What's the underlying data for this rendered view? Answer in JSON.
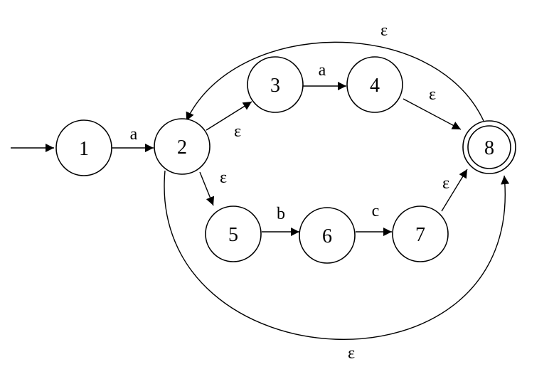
{
  "states": [
    {
      "id": "s1",
      "label": "1",
      "accepting": false
    },
    {
      "id": "s2",
      "label": "2",
      "accepting": false
    },
    {
      "id": "s3",
      "label": "3",
      "accepting": false
    },
    {
      "id": "s4",
      "label": "4",
      "accepting": false
    },
    {
      "id": "s5",
      "label": "5",
      "accepting": false
    },
    {
      "id": "s6",
      "label": "6",
      "accepting": false
    },
    {
      "id": "s7",
      "label": "7",
      "accepting": false
    },
    {
      "id": "s8",
      "label": "8",
      "accepting": true
    }
  ],
  "start_state": "1",
  "transitions": [
    {
      "from": "1",
      "to": "2",
      "label": "a"
    },
    {
      "from": "2",
      "to": "3",
      "label": "ε"
    },
    {
      "from": "3",
      "to": "4",
      "label": "a"
    },
    {
      "from": "4",
      "to": "8",
      "label": "ε"
    },
    {
      "from": "2",
      "to": "5",
      "label": "ε"
    },
    {
      "from": "5",
      "to": "6",
      "label": "b"
    },
    {
      "from": "6",
      "to": "7",
      "label": "c"
    },
    {
      "from": "7",
      "to": "8",
      "label": "ε"
    },
    {
      "from": "8",
      "to": "2",
      "label": "ε"
    },
    {
      "from": "2",
      "to": "8",
      "label": "ε"
    }
  ],
  "colors": {
    "stroke": "#000000",
    "fill": "#ffffff",
    "background": "#ffffff"
  }
}
